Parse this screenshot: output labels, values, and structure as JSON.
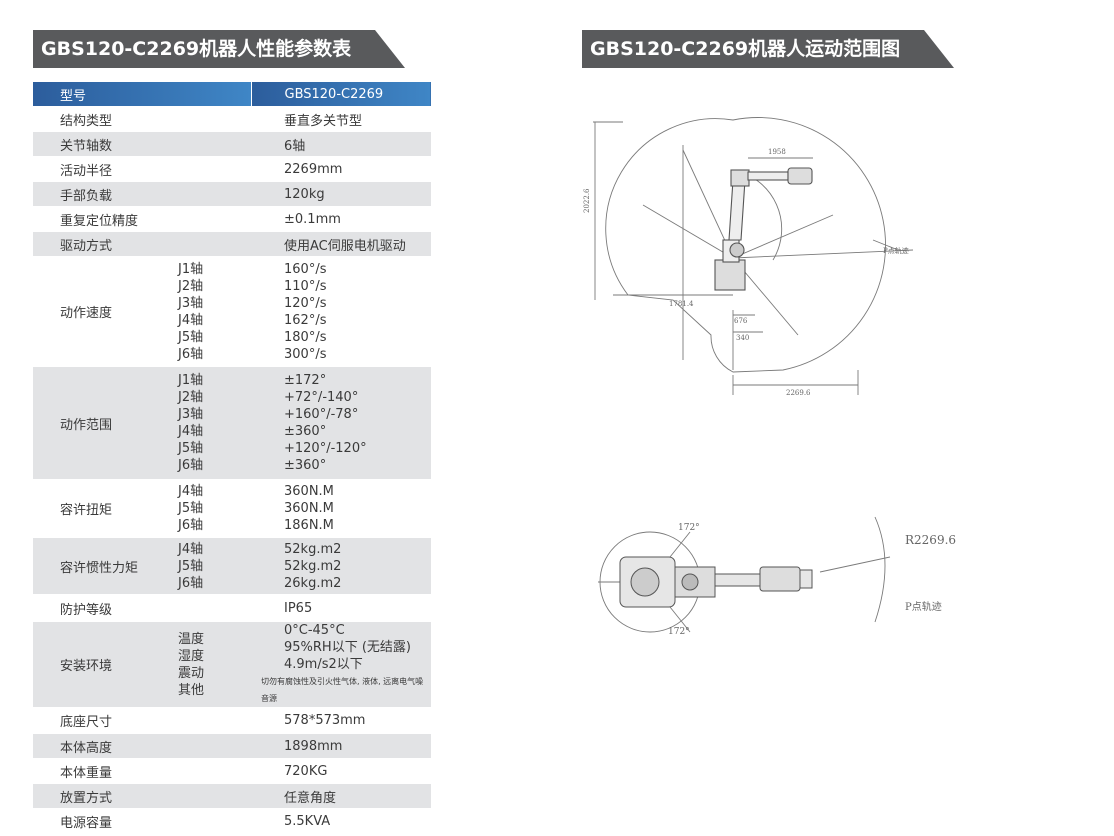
{
  "left_title": "GBS120-C2269机器人性能参数表",
  "right_title": "GBS120-C2269机器人运动范围图",
  "table": {
    "header": {
      "label": "型号",
      "value": "GBS120-C2269"
    },
    "structure": {
      "label": "结构类型",
      "value": "垂直多关节型"
    },
    "axes": {
      "label": "关节轴数",
      "value": "6轴"
    },
    "radius": {
      "label": "活动半径",
      "value": "2269mm"
    },
    "payload": {
      "label": "手部负载",
      "value": "120kg"
    },
    "repeatability": {
      "label": "重复定位精度",
      "value": "±0.1mm"
    },
    "drive": {
      "label": "驱动方式",
      "value": "使用AC伺服电机驱动"
    },
    "speed": {
      "label": "动作速度",
      "axes": [
        "J1轴",
        "J2轴",
        "J3轴",
        "J4轴",
        "J5轴",
        "J6轴"
      ],
      "values": [
        "160°/s",
        "110°/s",
        "120°/s",
        "162°/s",
        "180°/s",
        "300°/s"
      ]
    },
    "range": {
      "label": "动作范围",
      "axes": [
        "J1轴",
        "J2轴",
        "J3轴",
        "J4轴",
        "J5轴",
        "J6轴"
      ],
      "values": [
        "±172°",
        "+72°/-140°",
        "+160°/-78°",
        "±360°",
        "+120°/-120°",
        "±360°"
      ]
    },
    "torque": {
      "label": "容许扭矩",
      "axes": [
        "J4轴",
        "J5轴",
        "J6轴"
      ],
      "values": [
        "360N.M",
        "360N.M",
        "186N.M"
      ]
    },
    "inertia": {
      "label": "容许惯性力矩",
      "axes": [
        "J4轴",
        "J5轴",
        "J6轴"
      ],
      "values": [
        "52kg.m2",
        "52kg.m2",
        "26kg.m2"
      ]
    },
    "protection": {
      "label": "防护等级",
      "value": "IP65"
    },
    "environment": {
      "label": "安装环境",
      "items": [
        "温度",
        "湿度",
        "震动",
        "其他"
      ],
      "values": [
        "0°C-45°C",
        "95%RH以下 (无结露)",
        "4.9m/s2以下"
      ],
      "note": "切勿有腐蚀性及引火性气体, 液体, 远离电气噪音源"
    },
    "base": {
      "label": "底座尺寸",
      "value": "578*573mm"
    },
    "height": {
      "label": "本体高度",
      "value": "1898mm"
    },
    "weight": {
      "label": "本体重量",
      "value": "720KG"
    },
    "mounting": {
      "label": "放置方式",
      "value": "任意角度"
    },
    "power": {
      "label": "电源容量",
      "value": "5.5KVA"
    }
  },
  "side_view": {
    "labels": [
      "1958",
      "2022.6",
      "1781.4",
      "676",
      "340",
      "2269.6",
      "P点轨迹"
    ]
  },
  "top_view": {
    "radius_label": "R2269.6",
    "angle_label_top": "172°",
    "angle_label_bottom": "172°",
    "trajectory_label": "P点轨迹"
  }
}
